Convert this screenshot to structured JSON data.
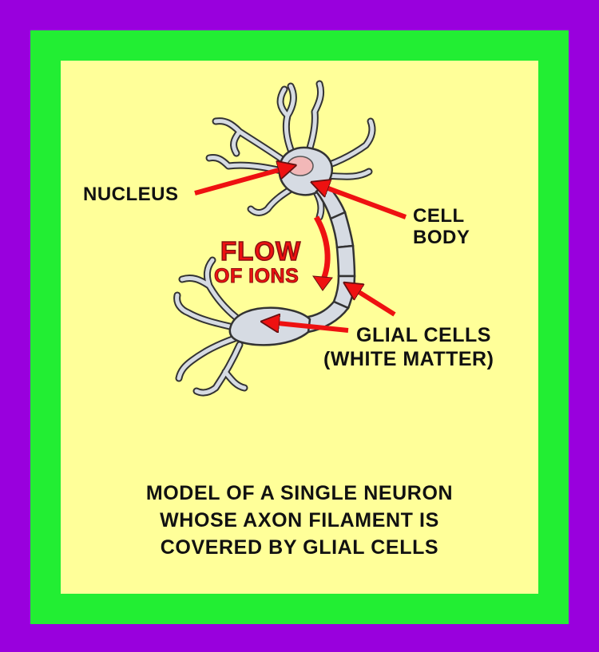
{
  "colors": {
    "outer_border": "#9900dd",
    "inner_border": "#22ee33",
    "panel": "#ffff99",
    "arrow": "#ee1111",
    "neuron_fill": "#d6dbe3",
    "neuron_outline": "#333333",
    "nucleus": "#f2b8b8"
  },
  "labels": {
    "nucleus": "NUCLEUS",
    "cell_body_line1": "CELL",
    "cell_body_line2": "BODY",
    "glial_line1": "GLIAL CELLS",
    "glial_line2": "(WHITE MATTER)",
    "flow_line1": "FLOW",
    "flow_line2": "OF IONS"
  },
  "caption": {
    "line1": "MODEL OF A SINGLE NEURON",
    "line2": "WHOSE AXON FILAMENT IS",
    "line3": "COVERED BY GLIAL CELLS"
  }
}
